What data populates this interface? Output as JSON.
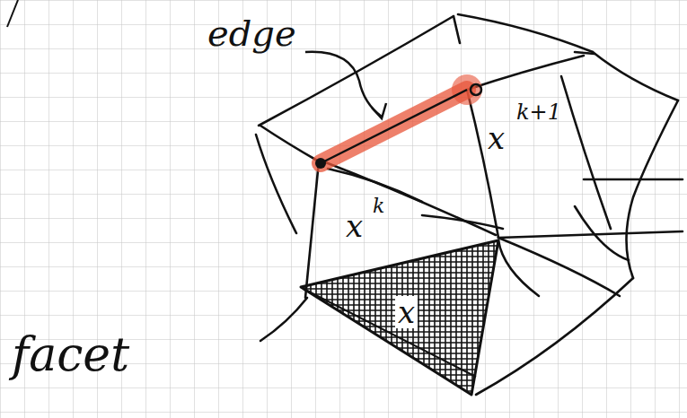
{
  "diagram": {
    "labels": [
      "edge",
      "x",
      "k",
      "x",
      "k+1",
      "x",
      "facet"
    ]
  }
}
